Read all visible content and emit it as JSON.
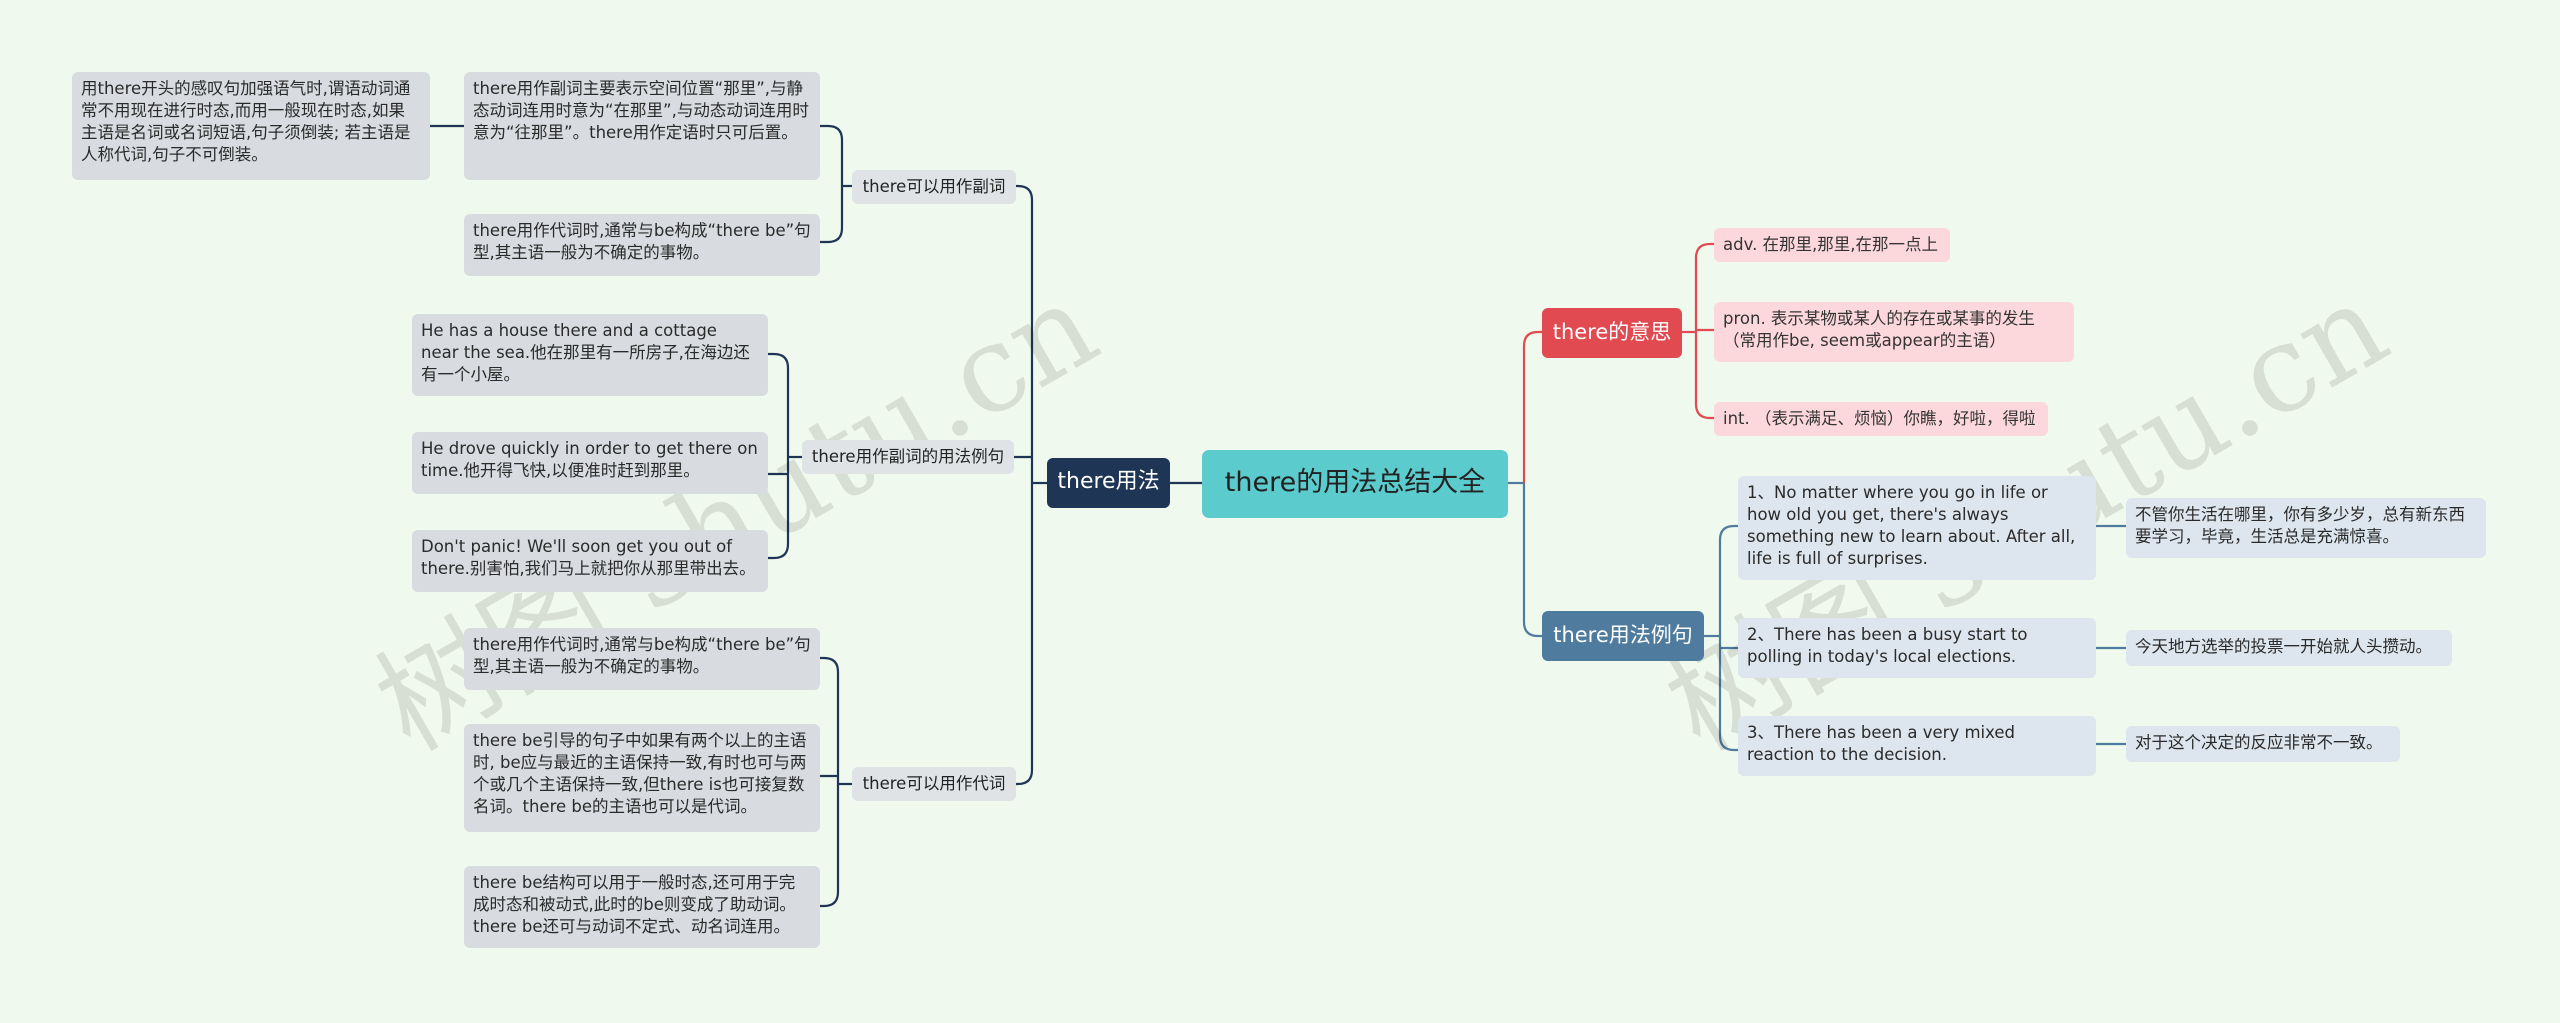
{
  "center": "there的用法总结大全",
  "left": {
    "main": "there用法",
    "adverb": {
      "label": "there可以用作副词",
      "item1": "there用作副词主要表示空间位置“那里”,与静态动词连用时意为“在那里”,与动态动词连用时意为“往那里”。there用作定语时只可后置。",
      "item1_note": "用there开头的感叹句加强语气时,谓语动词通常不用现在进行时态,而用一般现在时态,如果主语是名词或名词短语,句子须倒装; 若主语是人称代词,句子不可倒装。",
      "item2": "there用作代词时,通常与be构成“there be”句型,其主语一般为不确定的事物。"
    },
    "adverb_examples": {
      "label": "there用作副词的用法例句",
      "ex1": "He has a house there and a cottage near the sea.他在那里有一所房子,在海边还有一个小屋。",
      "ex2": "He drove quickly in order to get there on time.他开得飞快,以便准时赶到那里。",
      "ex3": "Don't panic! We'll soon get you out of there.别害怕,我们马上就把你从那里带出去。"
    },
    "pronoun": {
      "label": "there可以用作代词",
      "item1": "there用作代词时,通常与be构成“there be”句型,其主语一般为不确定的事物。",
      "item2": "there be引导的句子中如果有两个以上的主语时, be应与最近的主语保持一致,有时也可与两个或几个主语保持一致,但there is也可接复数名词。there be的主语也可以是代词。",
      "item3": "there be结构可以用于一般时态,还可用于完成时态和被动式,此时的be则变成了助动词。there be还可与动词不定式、动名词连用。"
    }
  },
  "right": {
    "meaning": {
      "label": "there的意思",
      "items": [
        "adv. 在那里,那里,在那一点上",
        "pron. 表示某物或某人的存在或某事的发生（常用作be, seem或appear的主语）",
        "int. （表示满足、烦恼）你瞧，好啦，得啦"
      ]
    },
    "examples": {
      "label": "there用法例句",
      "items": [
        {
          "en": "1、No matter where you go in life or how old you get, there's always something new to learn about. After all, life is full of surprises.",
          "zh": "不管你生活在哪里，你有多少岁，总有新东西要学习，毕竟，生活总是充满惊喜。"
        },
        {
          "en": "2、There has been a busy start to polling in today's local elections.",
          "zh": "今天地方选举的投票一开始就人头攒动。"
        },
        {
          "en": "3、There has been a very mixed reaction to the decision.",
          "zh": "对于这个决定的反应非常不一致。"
        }
      ]
    }
  },
  "watermark": "树图 shutu.cn",
  "colors": {
    "background": "#f0f9ee",
    "center": "#5ccbcd",
    "left_branch": "#1f3556",
    "meaning_branch": "#e04a50",
    "examples_branch": "#4f7c9e",
    "pink_leaf": "#fcd8dc",
    "line_dark": "#1f3556",
    "line_red": "#e04a50",
    "line_blue": "#4f7c9e"
  }
}
